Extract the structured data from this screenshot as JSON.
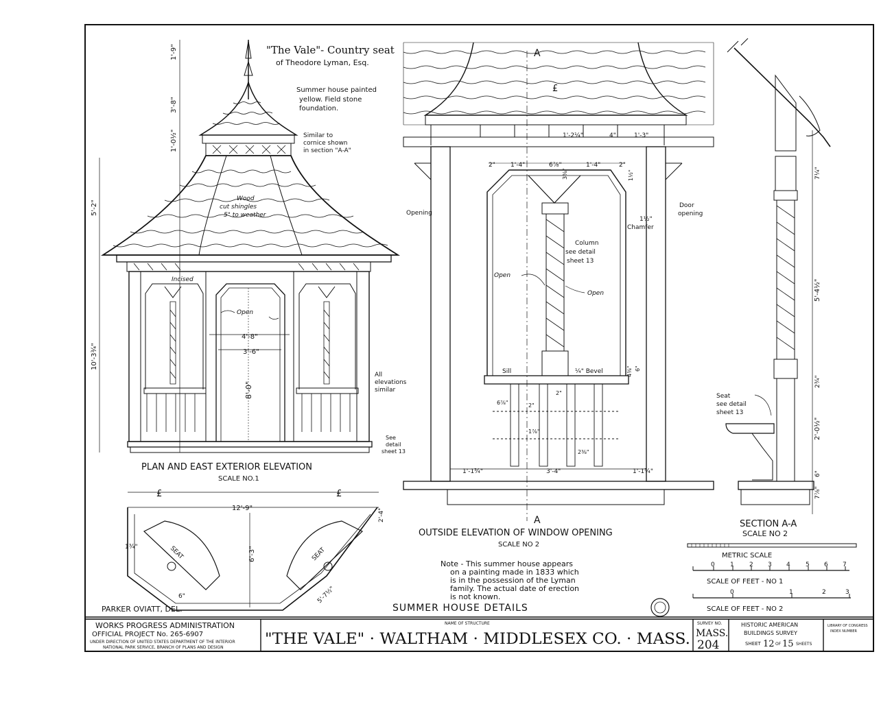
{
  "header": {
    "title": "\"The Vale\"- Country seat",
    "title_line2": "of Theodore Lyman, Esq.",
    "note_line1": "Summer house painted",
    "note_line2": "yellow. Field stone",
    "note_line3": "foundation.",
    "similar_line1": "Similar to",
    "similar_line2": "cornice shown",
    "similar_line3": "in section \"A-A\""
  },
  "plan_elevation": {
    "title": "PLAN AND EAST EXTERIOR ELEVATION",
    "scale": "SCALE NO.1",
    "dims": {
      "finial": "1'-9\"",
      "spire": "3'-8\"",
      "cornice": "1'-0½\"",
      "roof": "5'-2\"",
      "wall": "10'-3¾\"",
      "opening_outer": "4'-8\"",
      "opening_inner": "3'-6\"",
      "opening_height": "8'-0\""
    },
    "labels": {
      "shingle_line1": "Wood",
      "shingle_line2": "cut shingles",
      "shingle_line3": "5\" to weather",
      "incised": "Incised",
      "open": "Open",
      "all_elev_line1": "All",
      "all_elev_line2": "elevations",
      "all_elev_line3": "similar",
      "see_detail_line1": "See",
      "see_detail_line2": "detail",
      "see_detail_line3": "sheet 13"
    }
  },
  "plan": {
    "cl_mark": "£",
    "width": "12'-9\"",
    "depth": "6'-3\"",
    "side": "2'-4\"",
    "seat_label": "SEAT",
    "seat_width": "1¾\"",
    "seat_small": "6\"",
    "seat_length": "5'-7½\"",
    "delineator": "PARKER OVIATT, DEL."
  },
  "window_elevation": {
    "title": "OUTSIDE ELEVATION OF WINDOW OPENING",
    "scale": "SCALE NO 2",
    "section_mark": "A",
    "cl_mark": "£",
    "dims_top": [
      "1'-2¼\"",
      "4\"",
      "1'-3\""
    ],
    "dims_mid": [
      "2\"",
      "1'-4\"",
      "6⅞\"",
      "1'-4\"",
      "2\""
    ],
    "dims_bottom": [
      "1'-1¾\"",
      "3'-4\"",
      "1'-1¾\""
    ],
    "dim_small": [
      "3⅜\"",
      "1½\"",
      "4⅜\"",
      "6\"",
      "6⅞\"",
      "2\"",
      "2\"",
      "1⅞\"",
      "2⅜\""
    ],
    "labels": {
      "opening_left": "Opening",
      "door_line1": "Door",
      "door_line2": "opening",
      "chamfer_dim": "1½\"",
      "chamfer": "Chamfer",
      "column_line1": "Column",
      "column_line2": "see detail",
      "column_line3": "sheet 13",
      "open_left": "Open",
      "open_right": "Open",
      "sill": "Sill",
      "bevel": "¼\" Bevel"
    }
  },
  "section": {
    "title": "SECTION A-A",
    "scale": "SCALE NO 2",
    "dims": [
      "7¼\"",
      "5'-4½\"",
      "2¾\"",
      "2'-0½\"",
      "6\"",
      "7⅞\""
    ],
    "seat_line1": "Seat",
    "seat_line2": "see detail",
    "seat_line3": "sheet 13"
  },
  "note": {
    "line1": "Note - This summer house appears",
    "line2": "on a painting made in 1833 which",
    "line3": "is in the possession of the Lyman",
    "line4": "family. The actual date of erection",
    "line5": "is not known."
  },
  "scales": {
    "metric_title": "METRIC SCALE",
    "metric_ticks": [
      "0",
      "1",
      "2",
      "3",
      "4",
      "5",
      "6",
      "7"
    ],
    "feet1_title": "SCALE OF FEET - NO 1",
    "feet2_ticks": [
      "0",
      "1",
      "2",
      "3"
    ],
    "feet2_title": "SCALE OF FEET - NO 2"
  },
  "sheet_title": "SUMMER HOUSE DETAILS",
  "title_block": {
    "wpa_line1": "WORKS PROGRESS ADMINISTRATION",
    "wpa_line2": "OFFICIAL PROJECT No. 265-6907",
    "wpa_line3": "UNDER DIRECTION OF UNITED STATES DEPARTMENT OF THE INTERIOR",
    "wpa_line4": "NATIONAL PARK SERVICE, BRANCH OF PLANS AND DESIGN",
    "name_label": "NAME OF STRUCTURE",
    "structure_name": "\"THE VALE\" · WALTHAM · MIDDLESEX CO. · MASS.",
    "survey_label": "SURVEY NO.",
    "survey_state": "MASS.",
    "survey_number": "204",
    "habs_line1": "HISTORIC AMERICAN",
    "habs_line2": "BUILDINGS SURVEY",
    "sheet_label": "SHEET",
    "sheet_number": "12",
    "sheet_of": "OF",
    "sheet_total": "15",
    "sheets_label": "SHEETS",
    "library_line1": "LIBRARY OF CONGRESS",
    "library_line2": "INDEX NUMBER"
  }
}
